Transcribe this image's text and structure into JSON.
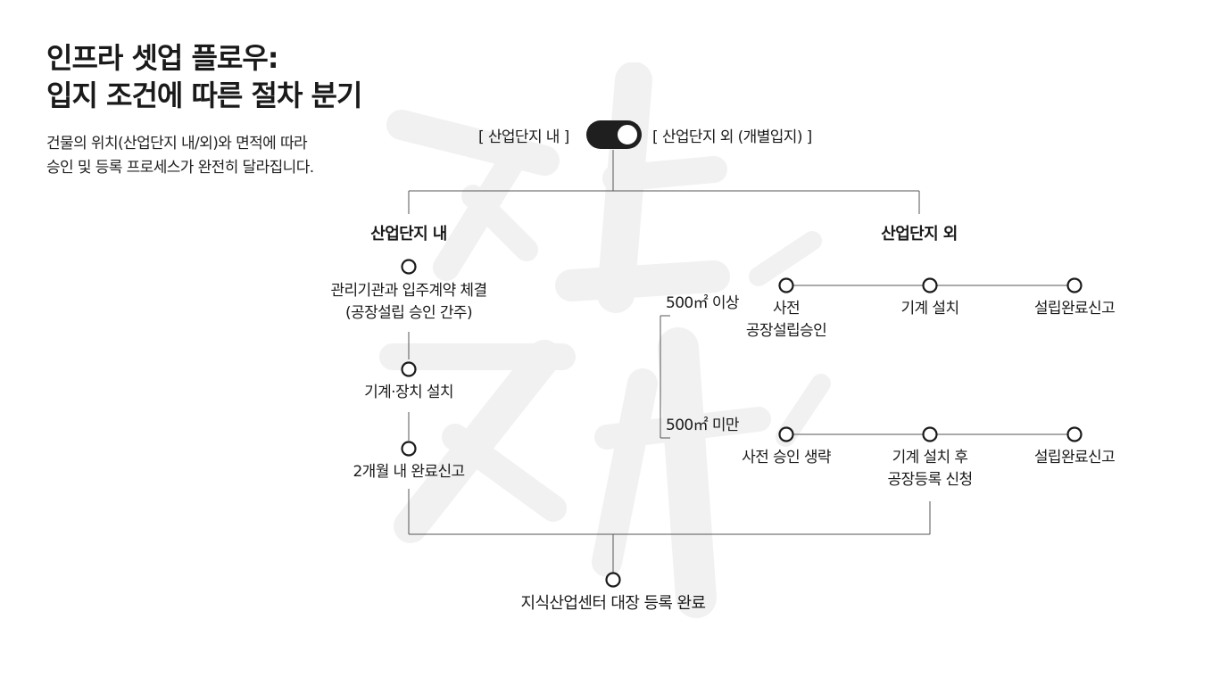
{
  "title": {
    "line1": "인프라 셋업 플로우:",
    "line2": "입지 조건에 따른 절차 분기"
  },
  "subtitle": {
    "line1": "건물의 위치(산업단지 내/외)와 면적에 따라",
    "line2": "승인 및 등록 프로세스가 완전히 달라집니다."
  },
  "toggle": {
    "left_label": "[ 산업단지 내 ]",
    "right_label": "[ 산업단지 외 (개별입지) ]",
    "state": "on"
  },
  "inside": {
    "heading": "산업단지 내",
    "steps": [
      {
        "line1": "관리기관과 입주계약 체결",
        "line2": "(공장설립 승인 간주)"
      },
      {
        "line1": "기계·장치 설치",
        "line2": ""
      },
      {
        "line1": "2개월 내 완료신고",
        "line2": ""
      }
    ]
  },
  "outside": {
    "heading": "산업단지 외",
    "branches": [
      {
        "condition": "500㎡ 이상",
        "steps": [
          {
            "line1": "사전",
            "line2": "공장설립승인"
          },
          {
            "line1": "기계 설치",
            "line2": ""
          },
          {
            "line1": "설립완료신고",
            "line2": ""
          }
        ]
      },
      {
        "condition": "500㎡ 미만",
        "steps": [
          {
            "line1": "사전 승인 생략",
            "line2": ""
          },
          {
            "line1": "기계 설치 후",
            "line2": "공장등록 신청"
          },
          {
            "line1": "설립완료신고",
            "line2": ""
          }
        ]
      }
    ]
  },
  "final": {
    "label": "지식산업센터 대장 등록 완료"
  },
  "colors": {
    "line": "#555555",
    "node": "#1a1a1a",
    "toggle": "#1f1f1f",
    "watermark": "#f1f1f1"
  }
}
